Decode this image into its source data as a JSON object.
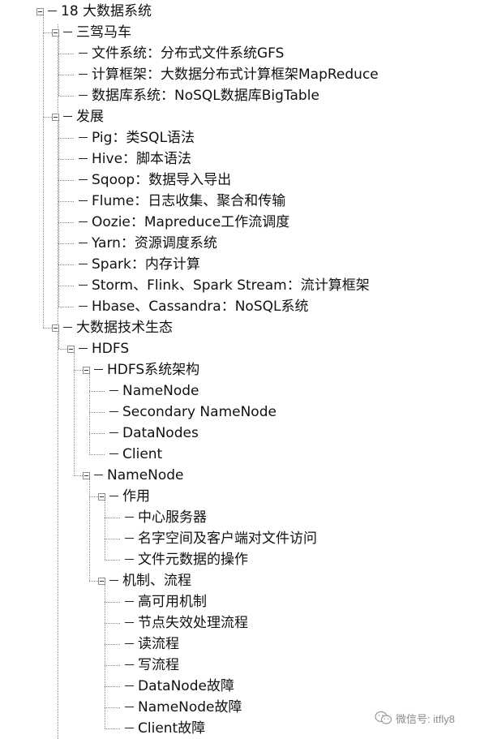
{
  "tree": {
    "label": "18 大数据系统",
    "children": [
      {
        "label": "三驾马车",
        "children": [
          {
            "label": "文件系统：分布式文件系统GFS"
          },
          {
            "label": "计算框架：大数据分布式计算框架MapReduce"
          },
          {
            "label": "数据库系统：NoSQL数据库BigTable"
          }
        ]
      },
      {
        "label": "发展",
        "children": [
          {
            "label": "Pig：类SQL语法"
          },
          {
            "label": "Hive：脚本语法"
          },
          {
            "label": "Sqoop：数据导入导出"
          },
          {
            "label": "Flume：日志收集、聚合和传输"
          },
          {
            "label": "Oozie：Mapreduce工作流调度"
          },
          {
            "label": "Yarn：资源调度系统"
          },
          {
            "label": "Spark：内存计算"
          },
          {
            "label": "Storm、Flink、Spark Stream：流计算框架"
          },
          {
            "label": "Hbase、Cassandra：NoSQL系统"
          }
        ]
      },
      {
        "label": "大数据技术生态",
        "children": [
          {
            "label": "HDFS",
            "children": [
              {
                "label": "HDFS系统架构",
                "children": [
                  {
                    "label": "NameNode"
                  },
                  {
                    "label": "Secondary NameNode"
                  },
                  {
                    "label": "DataNodes"
                  },
                  {
                    "label": "Client"
                  }
                ]
              },
              {
                "label": "NameNode",
                "children": [
                  {
                    "label": "作用",
                    "children": [
                      {
                        "label": "中心服务器"
                      },
                      {
                        "label": "名字空间及客户端对文件访问"
                      },
                      {
                        "label": "文件元数据的操作"
                      }
                    ]
                  },
                  {
                    "label": "机制、流程",
                    "children": [
                      {
                        "label": "高可用机制"
                      },
                      {
                        "label": "节点失效处理流程"
                      },
                      {
                        "label": "读流程"
                      },
                      {
                        "label": "写流程"
                      },
                      {
                        "label": "DataNode故障"
                      },
                      {
                        "label": "NameNode故障"
                      },
                      {
                        "label": "Client故障"
                      }
                    ]
                  }
                ]
              }
            ]
          }
        ]
      }
    ]
  },
  "watermark": {
    "icon": "wechat-icon",
    "text": "微信号: itfly8",
    "color": "#8d8d8d"
  }
}
